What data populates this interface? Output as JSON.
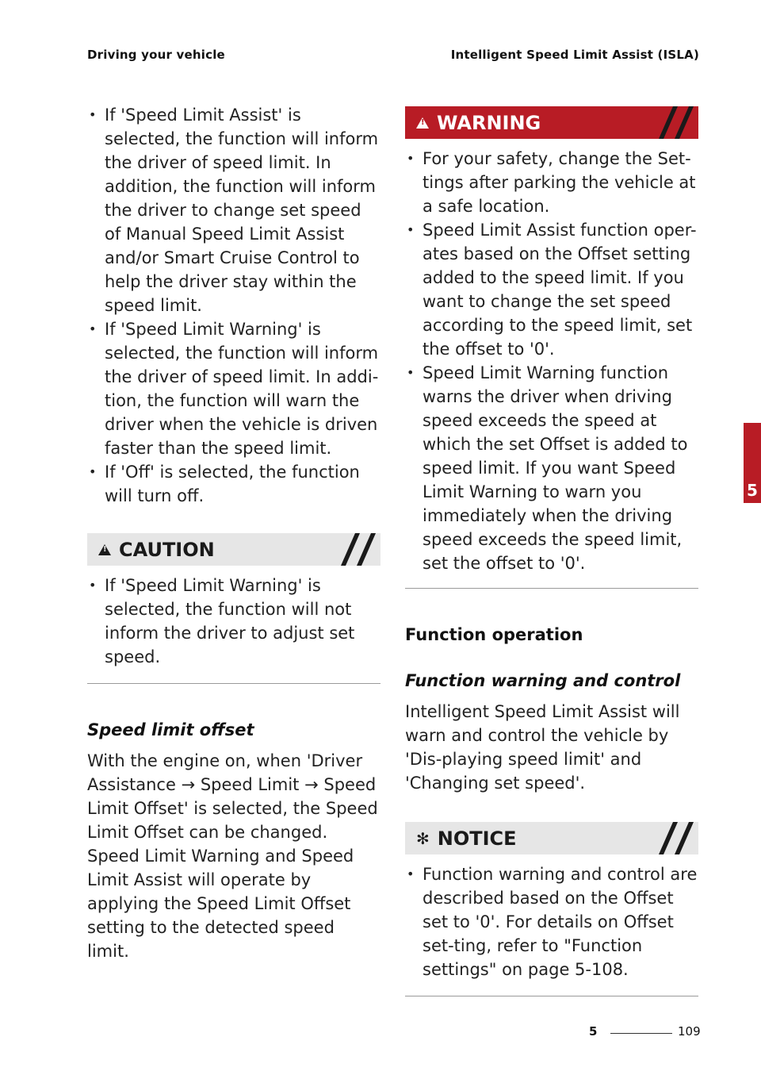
{
  "header": {
    "left": "Driving your vehicle",
    "right": "Intelligent Speed Limit Assist (ISLA)"
  },
  "left_column": {
    "bullets": [
      "If 'Speed Limit Assist' is selected, the function will inform the driver of speed limit. In addition, the function will inform the driver to change set speed of Manual Speed Limit Assist and/or Smart Cruise Control to help the driver stay within the speed limit.",
      "If 'Speed Limit Warning' is selected, the function will inform the driver of speed limit. In addi-tion, the function will warn the driver when the vehicle is driven faster than the speed limit.",
      "If 'Off' is selected, the function will turn off."
    ],
    "caution": {
      "label": "CAUTION",
      "bullets": [
        "If 'Speed Limit Warning' is selected, the function will not inform the driver to adjust set speed."
      ]
    },
    "offset_heading": "Speed limit offset",
    "offset_text": "With the engine on, when 'Driver Assistance → Speed Limit → Speed Limit Offset' is selected, the Speed Limit Offset can be changed. Speed Limit Warning and Speed Limit Assist will operate by applying the Speed Limit Offset setting to the detected speed limit."
  },
  "right_column": {
    "warning": {
      "label": "WARNING",
      "bullets": [
        "For your safety, change the Set-tings after parking the vehicle at a safe location.",
        "Speed Limit Assist function oper-ates based on the Offset setting added to the speed limit. If you want to change the set speed according to the speed limit, set the offset to '0'.",
        "Speed Limit Warning function warns the driver when driving speed exceeds the speed at which the set Offset is added to speed limit. If you want Speed Limit Warning to warn you immediately when the driving speed exceeds the speed limit, set the offset to '0'."
      ]
    },
    "section_heading": "Function operation",
    "sub_heading": "Function warning and control",
    "sub_text": "Intelligent Speed Limit Assist will warn and control the vehicle by 'Dis-playing speed limit' and 'Changing set speed'.",
    "notice": {
      "label": "NOTICE",
      "bullets": [
        "Function warning and control are described based on the Offset set to '0'. For details on Offset set-ting, refer to \"Function settings\" on page 5-108."
      ]
    }
  },
  "side_tab": "5",
  "footer": {
    "section": "5",
    "page": "109"
  }
}
